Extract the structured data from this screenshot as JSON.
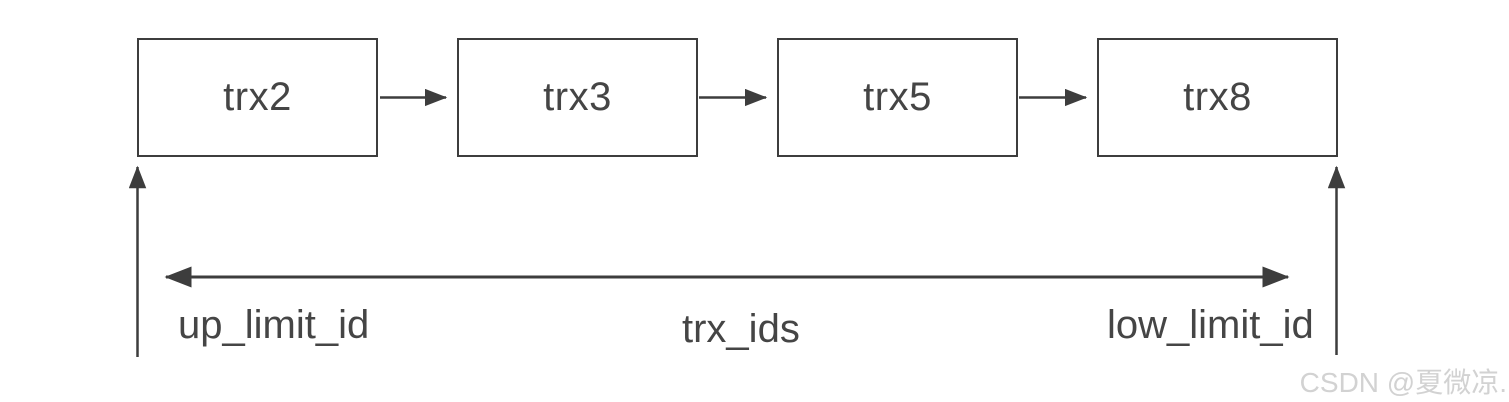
{
  "diagram": {
    "nodes": [
      {
        "id": "trx2",
        "label": "trx2"
      },
      {
        "id": "trx3",
        "label": "trx3"
      },
      {
        "id": "trx5",
        "label": "trx5"
      },
      {
        "id": "trx8",
        "label": "trx8"
      }
    ],
    "edge_labels": {
      "up_limit": "up_limit_id",
      "trx_ids": "trx_ids",
      "low_limit": "low_limit_id"
    },
    "watermark": "CSDN @夏微凉.",
    "colors": {
      "line": "#3d3d3d",
      "text": "#454545",
      "watermark": "#d2d2d2",
      "background": "#ffffff"
    }
  }
}
